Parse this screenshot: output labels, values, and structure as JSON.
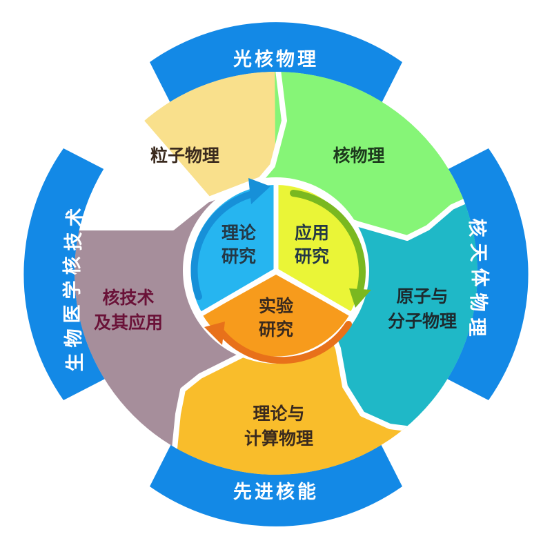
{
  "outer_ring": {
    "top": "光核物理",
    "right": [
      "核",
      "天",
      "体",
      "物",
      "理"
    ],
    "bottom": "先进核能",
    "left": [
      "生",
      "物",
      "医",
      "学",
      "核",
      "技",
      "术"
    ]
  },
  "segments": {
    "particle": "粒子物理",
    "nuclear": "核物理",
    "atomic": [
      "原子与",
      "分子物理"
    ],
    "theory_comp": [
      "理论与",
      "计算物理"
    ],
    "nuc_tech": [
      "核技术",
      "及其应用"
    ]
  },
  "center": {
    "theory": [
      "理论",
      "研究"
    ],
    "applied": [
      "应用",
      "研究"
    ],
    "experiment": [
      "实验",
      "研究"
    ]
  },
  "colors": {
    "ring_blue": "#1389e6",
    "particle": "#f9e08c",
    "nuclear": "#86f577",
    "atomic": "#1fb8c7",
    "theory_comp": "#f9bd2b",
    "nuc_tech": "#a68e9b",
    "center_theory": "#26b5f0",
    "center_applied": "#eaf537",
    "center_experiment": "#f79b1c",
    "dark_text": "#3a2a1e",
    "white_text": "#ffffff"
  }
}
